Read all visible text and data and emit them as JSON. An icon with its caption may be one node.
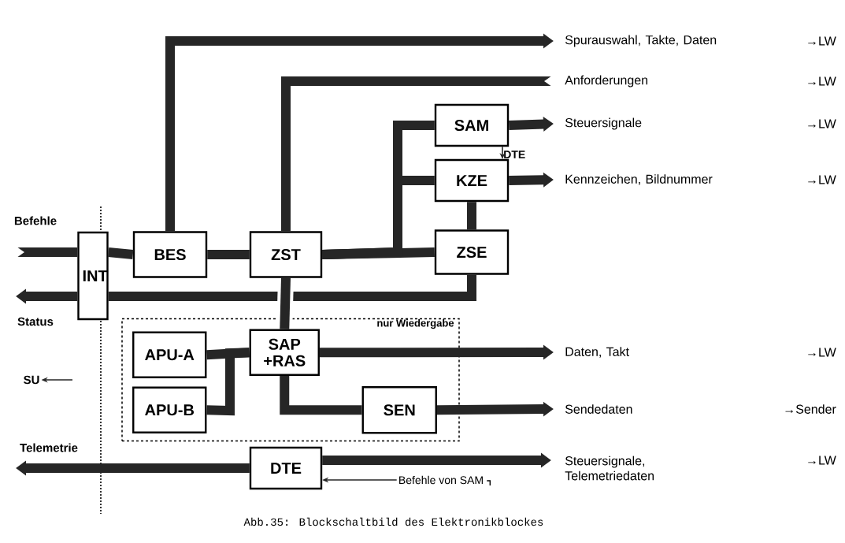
{
  "diagram": {
    "caption": "Abb.35: Blockschaltbild des Elektronikblockes",
    "nodes": [
      {
        "text": [
          "INT"
        ]
      },
      {
        "text": [
          "BES"
        ]
      },
      {
        "text": [
          "ZST"
        ]
      },
      {
        "text": [
          "SAM"
        ]
      },
      {
        "text": [
          "KZE"
        ]
      },
      {
        "text": [
          "ZSE"
        ]
      },
      {
        "text": [
          "nur Wiedergabe"
        ]
      },
      {
        "text": [
          "APU-A"
        ],
        "in": 6
      },
      {
        "text": [
          "APU-B"
        ],
        "in": 6
      },
      {
        "text": [
          "SAP +RAS"
        ],
        "in": 6
      },
      {
        "text": [
          "SEN"
        ],
        "in": 6
      },
      {
        "text": [
          "DTE"
        ]
      },
      {
        "text": [
          "Befehle"
        ]
      },
      {
        "text": [
          "Status"
        ]
      },
      {
        "text": [
          "Spurauswahl, Takte, Daten"
        ]
      },
      {
        "text": [
          "Anforderungen"
        ]
      },
      {
        "text": [
          "Steuersignale"
        ]
      },
      {
        "text": [
          "Kennzeichen, Bildnummer"
        ]
      },
      {
        "text": [
          "Daten, Takt"
        ]
      },
      {
        "text": [
          "Sendedaten"
        ]
      },
      {
        "text": [
          "Steuersignale, Telemetriedaten"
        ]
      },
      {
        "text": [
          "Telemetrie"
        ]
      },
      {
        "text": [
          "DTE"
        ]
      },
      {
        "text": [
          "Befehle von SAM"
        ]
      },
      {
        "text": [
          "SU"
        ]
      }
    ],
    "edges": [
      {
        "from": 12,
        "to": 0,
        "arrow": "other"
      },
      {
        "from": 0,
        "to": 1,
        "arrow": "none"
      },
      {
        "from": 1,
        "to": 2,
        "arrow": "none"
      },
      {
        "from": 2,
        "to": 5,
        "arrow": "none"
      },
      {
        "from": 2,
        "to": 3,
        "arrow": "none"
      },
      {
        "from": 2,
        "to": 4,
        "arrow": "none"
      },
      {
        "from": 4,
        "to": 5,
        "arrow": "none"
      },
      {
        "from": 5,
        "to": 0,
        "arrow": "none"
      },
      {
        "from": 0,
        "to": 13,
        "arrow": "to"
      },
      {
        "from": 1,
        "to": 14,
        "arrow": "to"
      },
      {
        "from": 15,
        "to": 2,
        "arrow": "other"
      },
      {
        "from": 3,
        "to": 16,
        "arrow": "to"
      },
      {
        "from": 4,
        "to": 17,
        "arrow": "to"
      },
      {
        "from": 2,
        "to": 9,
        "arrow": "none"
      },
      {
        "from": 7,
        "to": 9,
        "arrow": "none"
      },
      {
        "from": 8,
        "to": 9,
        "arrow": "none"
      },
      {
        "from": 9,
        "to": 18,
        "arrow": "to"
      },
      {
        "from": 9,
        "to": 10,
        "arrow": "none"
      },
      {
        "from": 10,
        "to": 19,
        "arrow": "to"
      },
      {
        "from": 11,
        "to": 20,
        "arrow": "to"
      },
      {
        "from": 11,
        "to": 21,
        "arrow": "to"
      },
      {
        "from": 3,
        "to": 22,
        "arrow": "to"
      },
      {
        "from": 23,
        "to": 11,
        "arrow": "to"
      },
      {
        "from": null,
        "to": 24,
        "arrow": "to"
      }
    ],
    "labels": [
      "→LW",
      "→LW",
      "→LW",
      "→LW",
      "→LW",
      "→Sender",
      "→LW"
    ]
  }
}
